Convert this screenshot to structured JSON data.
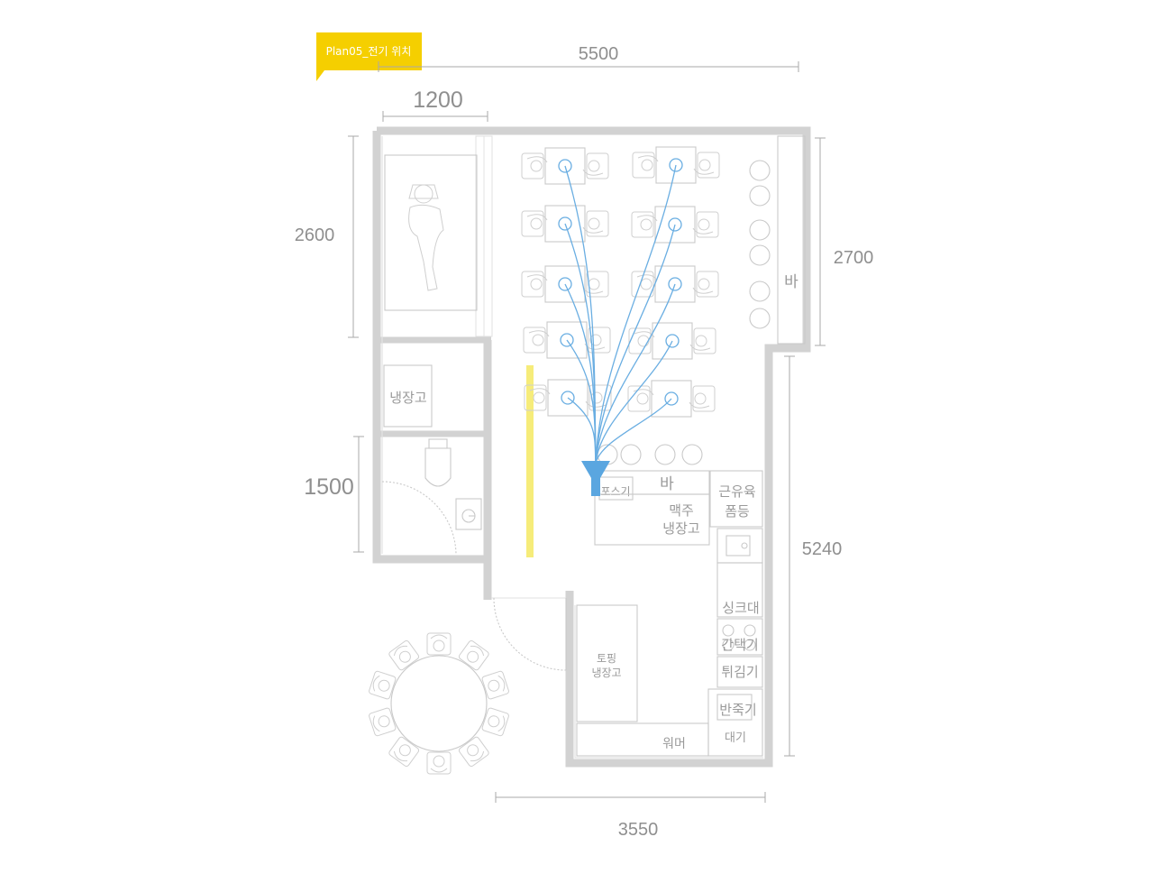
{
  "title_tag": "Plan05_전기 위치",
  "dimensions": {
    "top_total": "5500",
    "top_room": "1200",
    "left_upper": "2600",
    "left_lower": "1500",
    "right_upper": "2700",
    "right_lower": "5240",
    "bottom": "3550"
  },
  "labels": {
    "fridge_room": "냉장고",
    "bar_right": "바",
    "bar_counter": "바",
    "pos": "포스기",
    "beer_fridge_1": "맥주",
    "beer_fridge_2": "냉장고",
    "dish_1": "근유육",
    "dish_2": "폼등",
    "sink": "싱크대",
    "stove": "간택기",
    "fryer": "튀김기",
    "grill": "반죽기",
    "topping_1": "토핑",
    "topping_2": "냉장고",
    "warmer": "워머"
  },
  "colors": {
    "tag_bg": "#f5cf00",
    "wire": "#6aaee2",
    "panel": "#5aa6e0",
    "yellow_line": "#f6ec7a",
    "wall": "#d2d2d2"
  }
}
